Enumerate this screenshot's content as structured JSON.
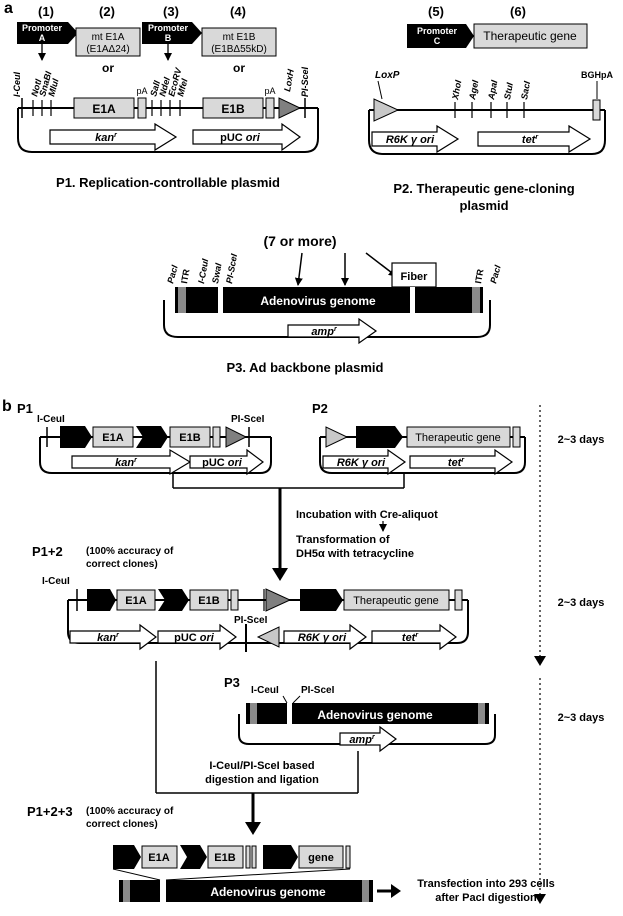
{
  "panel_a": {
    "letter": "a",
    "nums": {
      "n1": "(1)",
      "n2": "(2)",
      "n3": "(3)",
      "n4": "(4)",
      "n5": "(5)",
      "n6": "(6)"
    },
    "promoter_a": [
      "Promoter",
      "A"
    ],
    "promoter_b": [
      "Promoter",
      "B"
    ],
    "promoter_c": [
      "Promoter",
      "C"
    ],
    "mt_e1a": [
      "mt E1A",
      "(E1AΔ24)"
    ],
    "mt_e1b": [
      "mt E1B",
      "(E1BΔ55kD)"
    ],
    "or": "or",
    "therapeutic_gene": "Therapeutic gene",
    "p1": {
      "sites": [
        "I-CeuI",
        "NotI",
        "SnaBI",
        "MluI",
        "SalI",
        "NdeI",
        "EcoRV",
        "MfeI",
        "LoxH",
        "PI-SceI"
      ],
      "pa": "pA",
      "e1a": "E1A",
      "e1b": "E1B",
      "kan": "kan",
      "puc": "pUC",
      "ori": "ori",
      "r": "r",
      "caption": "P1. Replication-controllable plasmid"
    },
    "p2": {
      "loxp": "LoxP",
      "sites": [
        "XhoI",
        "AgeI",
        "ApaI",
        "StuI",
        "SacI"
      ],
      "bghpa": "BGHpA",
      "r6k": "R6K γ ori",
      "tet": "tet",
      "r": "r",
      "caption": [
        "P2. Therapeutic gene-cloning",
        "plasmid"
      ]
    },
    "p3": {
      "paci": "PacI",
      "itr": "ITR",
      "sites": [
        "I-CeuI",
        "SwaI",
        "PI-SceI"
      ],
      "seven": "(7 or more)",
      "fiber": "Fiber",
      "genome": "Adenovirus genome",
      "amp": "amp",
      "r": "r",
      "caption": "P3. Ad backbone plasmid"
    }
  },
  "panel_b": {
    "letter": "b",
    "p1": "P1",
    "p2": "P2",
    "p3": "P3",
    "iceui": "I-CeuI",
    "pisce": "PI-SceI",
    "e1a": "E1A",
    "e1b": "E1B",
    "kan": "kan",
    "puc": "pUC",
    "ori": "ori",
    "r": "r",
    "therapeutic_gene": "Therapeutic gene",
    "r6k": "R6K γ ori",
    "tet": "tet",
    "incubation": "Incubation with Cre-aliquot",
    "transformation": "Transformation of",
    "dh5a": "DH5α with tetracycline",
    "p12": "P1+2",
    "accuracy": [
      "(100% accuracy of",
      "correct clones)"
    ],
    "genome": "Adenovirus genome",
    "amp": "amp",
    "digestion": [
      "I-CeuI/PI-SceI based",
      "digestion and ligation"
    ],
    "p123": "P1+2+3",
    "gene": "gene",
    "transfection": [
      "Transfection into 293 cells",
      "after PacI digestion"
    ],
    "days": "2~3 days"
  }
}
